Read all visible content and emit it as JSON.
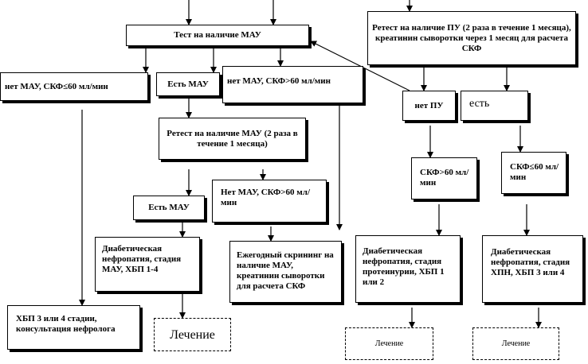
{
  "boxes": {
    "test_mau": "Тест на наличие МАУ",
    "retest_pu": "Ретест на наличие ПУ (2 раза в течение 1 месяца), креатинин сыворотки через 1 месяц для расчета СКФ",
    "no_mau_gfr_low": "нет МАУ, СКФ≤60  мл/мин",
    "has_mau": "Есть  МАУ",
    "no_mau_gfr_high": "нет МАУ, СКФ>60  мл/мин",
    "no_pu": "нет ПУ",
    "has_pu": "есть",
    "retest_mau": "Ретест на наличие МАУ (2 раза в течение 1 месяца)",
    "gfr_gt60": "СКФ>60 мл/мин",
    "gfr_le60": "СКФ≤60 мл/мин",
    "has_mau2": "Есть  МАУ",
    "no_mau_gfr_high2": "Нет МАУ, СКФ>60 мл/мин",
    "dn_mau": "Диабетическая нефропатия, стадия МАУ, ХБП 1-4",
    "annual_screening": "Ежегодный  скрининг на наличие МАУ, креатинин сыворотки для расчета СКФ",
    "dn_proteinuria": "Диабетическая нефропатия, стадия протеинурии, ХБП 1 или 2",
    "dn_hpn": "Диабетическая нефропатия, стадия ХПН, ХБП 3 или 4",
    "ckd34_consult": "ХБП 3 или 4 стадии, консультация нефролога",
    "treatment_mau": "Лечение",
    "treatment_pu": "Лечение",
    "treatment_hpn": "Лечение"
  }
}
